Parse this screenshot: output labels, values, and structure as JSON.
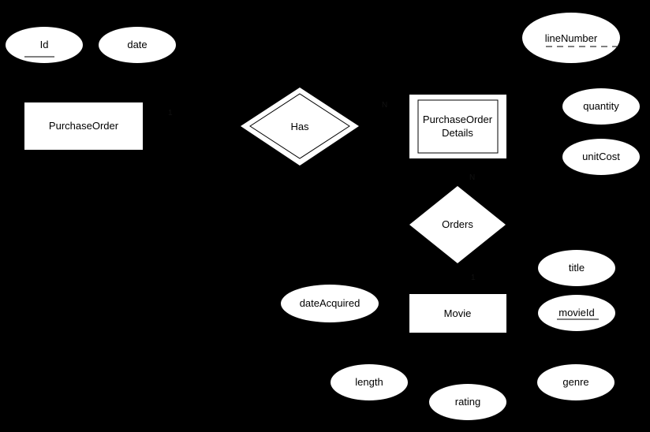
{
  "entities": {
    "purchase_order": "PurchaseOrder",
    "purchase_order_details_line1": "PurchaseOrder",
    "purchase_order_details_line2": "Details",
    "movie": "Movie"
  },
  "relationships": {
    "has": "Has",
    "orders": "Orders"
  },
  "attributes": {
    "id": "Id",
    "date": "date",
    "line_number": "lineNumber",
    "quantity": "quantity",
    "unit_cost": "unitCost",
    "title": "title",
    "movie_id": "movieId",
    "date_acquired": "dateAcquired",
    "length": "length",
    "rating": "rating",
    "genre": "genre"
  },
  "cardinalities": {
    "po_has": "1",
    "has_pod": "N",
    "pod_orders": "N",
    "orders_movie": "1"
  }
}
